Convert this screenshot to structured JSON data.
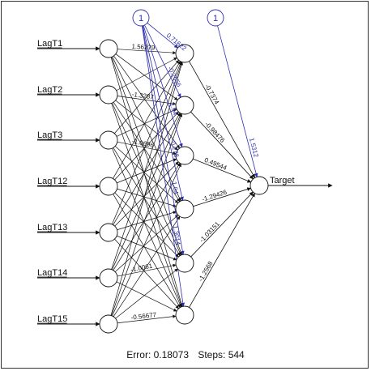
{
  "inputs": [
    "LagT1",
    "LagT2",
    "LagT3",
    "LagT12",
    "LagT13",
    "LagT14",
    "LagT15"
  ],
  "output_label": "Target",
  "bias_label": "1",
  "hidden_count": 6,
  "weights_input_hidden_shown": [
    {
      "from": 0,
      "to": 0,
      "label": "1.56279"
    },
    {
      "from": 6,
      "to": 5,
      "label": "-0.56677"
    },
    {
      "from": 1,
      "to": 1,
      "label": "-1.3287"
    },
    {
      "from": 2,
      "to": 2,
      "label": "-1.0696"
    },
    {
      "from": 5,
      "to": 4,
      "label": "-1.0061"
    }
  ],
  "weights_bias_hidden": [
    "0.71622",
    "-0.2656",
    "-1.54",
    "-0.278",
    "1.04",
    "1.3014"
  ],
  "weights_hidden_output": [
    "-0.7374",
    "-0.98476",
    "0.49544",
    "-1.29426",
    "-1.03151",
    "-1.2568"
  ],
  "weight_bias_output": "1.5312",
  "footer": {
    "error_text": "Error: 0.18073",
    "steps_text": "Steps: 544"
  },
  "colors": {
    "weights": "#111111",
    "bias": "#2d2db0"
  }
}
